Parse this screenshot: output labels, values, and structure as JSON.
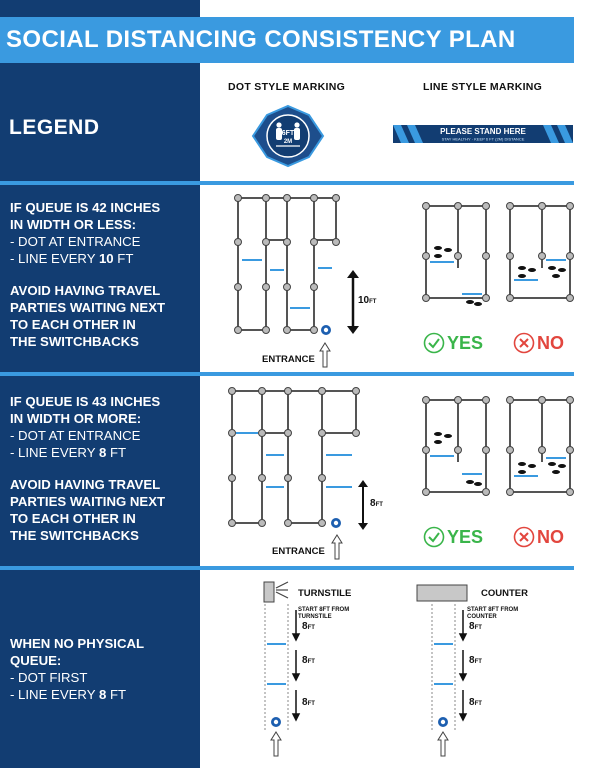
{
  "title": "SOCIAL DISTANCING CONSISTENCY PLAN",
  "legend": {
    "label": "LEGEND",
    "dot_heading": "DOT STYLE MARKING",
    "line_heading": "LINE STYLE MARKING",
    "line_marker_text": "PLEASE STAND HERE",
    "line_marker_subtext": "STAY HEALTHY · KEEP 6 FT (2M) DISTANCE",
    "dot_marker_top": "6FT",
    "dot_marker_bottom": "2M"
  },
  "sections": [
    {
      "line1": "IF QUEUE IS 42 INCHES",
      "line2": "IN WIDTH OR LESS:",
      "dot_rule": "- DOT AT ENTRANCE",
      "line_rule_prefix": "- LINE EVERY ",
      "line_rule_num": "10",
      "line_rule_suffix": " FT",
      "avoid1": "AVOID HAVING TRAVEL",
      "avoid2": "PARTIES WAITING NEXT",
      "avoid3": "TO EACH OTHER IN",
      "avoid4": "THE SWITCHBACKS",
      "distance_num": "10",
      "distance_unit": "FT",
      "entrance": "ENTRANCE",
      "yes": "YES",
      "no": "NO"
    },
    {
      "line1": "IF QUEUE IS 43 INCHES",
      "line2": "IN WIDTH OR MORE:",
      "dot_rule": "- DOT AT ENTRANCE",
      "line_rule_prefix": "- LINE EVERY ",
      "line_rule_num": "8",
      "line_rule_suffix": " FT",
      "avoid1": "AVOID HAVING TRAVEL",
      "avoid2": "PARTIES WAITING NEXT",
      "avoid3": "TO EACH OTHER IN",
      "avoid4": "THE SWITCHBACKS",
      "distance_num": "8",
      "distance_unit": "FT",
      "entrance": "ENTRANCE",
      "yes": "YES",
      "no": "NO"
    }
  ],
  "no_queue": {
    "line1": "WHEN NO PHYSICAL",
    "line2": "QUEUE:",
    "dot_rule": "- DOT FIRST",
    "line_rule_prefix": "- LINE EVERY ",
    "line_rule_num": "8",
    "line_rule_suffix": " FT",
    "turnstile_label": "TURNSTILE",
    "counter_label": "COUNTER",
    "turnstile_start": "START 8FT FROM\nTURNSTILE",
    "counter_start": "START 8FT FROM\nCOUNTER",
    "interval_num": "8",
    "interval_unit": "FT"
  },
  "colors": {
    "navy": "#123d72",
    "accent_blue": "#3a9ae0",
    "yes_green": "#3ab54a",
    "no_red": "#e2463e"
  }
}
